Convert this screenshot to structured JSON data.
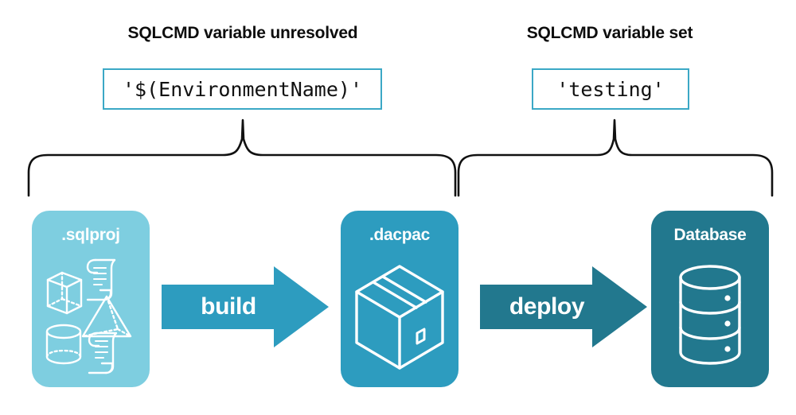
{
  "diagram": {
    "title": "SQLCMD variable resolution in build and deploy pipeline",
    "background_color": "#ffffff"
  },
  "headings": {
    "left": "SQLCMD variable unresolved",
    "right": "SQLCMD variable set"
  },
  "code_boxes": {
    "left": {
      "value": "'$(EnvironmentName)'",
      "border_color": "#3ba8c6",
      "background_color": "#ffffff"
    },
    "right": {
      "value": "'testing'",
      "border_color": "#3ba8c6",
      "background_color": "#ffffff"
    }
  },
  "braces": {
    "left": {
      "name": "brace-build-scope",
      "color": "#111111"
    },
    "right": {
      "name": "brace-deploy-scope",
      "color": "#111111"
    }
  },
  "cards": [
    {
      "id": "sqlproj",
      "label": ".sqlproj",
      "color": "#7ecee0",
      "icons": [
        "cube-icon",
        "scroll-icon",
        "pyramid-icon",
        "cylinder-icon",
        "scroll-icon"
      ]
    },
    {
      "id": "dacpac",
      "label": ".dacpac",
      "color": "#2d9cbf",
      "icons": [
        "package-box-icon"
      ]
    },
    {
      "id": "database",
      "label": "Database",
      "color": "#22788e",
      "icons": [
        "database-cylinder-icon"
      ]
    }
  ],
  "arrows": [
    {
      "id": "build",
      "label": "build",
      "color": "#2d9cbf"
    },
    {
      "id": "deploy",
      "label": "deploy",
      "color": "#22788e"
    }
  ]
}
